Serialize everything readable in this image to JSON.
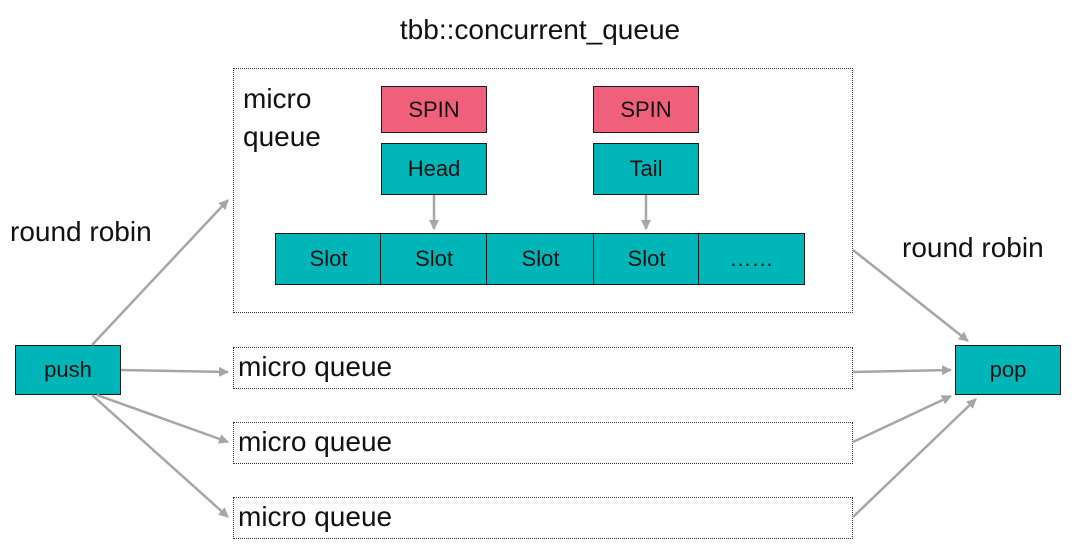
{
  "title": "tbb::concurrent_queue",
  "left_label": "round robin",
  "right_label": "round robin",
  "push_label": "push",
  "pop_label": "pop",
  "main_queue": {
    "label_line1": "micro",
    "label_line2": "queue",
    "spin_labels": [
      "SPIN",
      "SPIN"
    ],
    "head_label": "Head",
    "tail_label": "Tail",
    "slots": [
      "Slot",
      "Slot",
      "Slot",
      "Slot",
      "……"
    ]
  },
  "other_queues": [
    "micro queue",
    "micro queue",
    "micro queue"
  ],
  "colors": {
    "teal": "#00b5b8",
    "spin_red": "#f0607a",
    "arrow_gray": "#a6a6a6"
  }
}
